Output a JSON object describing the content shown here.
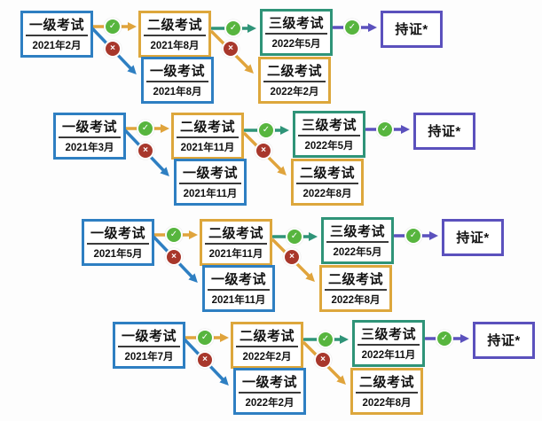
{
  "diagram": {
    "description": "Exam progression flowchart with four alternative start dates; pass arrows lead to the next level exam, fail arrows lead to a retry of the same level, final pass leads to certification.",
    "cert_label": "持证*"
  },
  "icons": {
    "pass": "✓",
    "fail": "×"
  },
  "colors": {
    "level1_blue": "#2e7fc2",
    "level2_orange": "#dda73c",
    "level3_teal": "#2f9478",
    "cert_purple": "#5b51bd",
    "pass_green": "#57b53e",
    "fail_red": "#a8372b",
    "background": "#fdfdfd"
  },
  "flows": [
    {
      "start": {
        "label": "一级考试",
        "date": "2021年2月"
      },
      "pass_next": {
        "label": "二级考试",
        "date": "2021年8月"
      },
      "fail_retry": {
        "label": "一级考试",
        "date": "2021年8月"
      },
      "pass_final": {
        "label": "三级考试",
        "date": "2022年5月"
      },
      "fail_retry2": {
        "label": "二级考试",
        "date": "2022年2月"
      },
      "cert": {
        "label": "持证*"
      }
    },
    {
      "start": {
        "label": "一级考试",
        "date": "2021年3月"
      },
      "pass_next": {
        "label": "二级考试",
        "date": "2021年11月"
      },
      "fail_retry": {
        "label": "一级考试",
        "date": "2021年11月"
      },
      "pass_final": {
        "label": "三级考试",
        "date": "2022年5月"
      },
      "fail_retry2": {
        "label": "二级考试",
        "date": "2022年8月"
      },
      "cert": {
        "label": "持证*"
      }
    },
    {
      "start": {
        "label": "一级考试",
        "date": "2021年5月"
      },
      "pass_next": {
        "label": "二级考试",
        "date": "2021年11月"
      },
      "fail_retry": {
        "label": "一级考试",
        "date": "2021年11月"
      },
      "pass_final": {
        "label": "三级考试",
        "date": "2022年5月"
      },
      "fail_retry2": {
        "label": "二级考试",
        "date": "2022年8月"
      },
      "cert": {
        "label": "持证*"
      }
    },
    {
      "start": {
        "label": "一级考试",
        "date": "2021年7月"
      },
      "pass_next": {
        "label": "二级考试",
        "date": "2022年2月"
      },
      "fail_retry": {
        "label": "一级考试",
        "date": "2022年2月"
      },
      "pass_final": {
        "label": "三级考试",
        "date": "2022年11月"
      },
      "fail_retry2": {
        "label": "二级考试",
        "date": "2022年8月"
      },
      "cert": {
        "label": "持证*"
      }
    }
  ]
}
